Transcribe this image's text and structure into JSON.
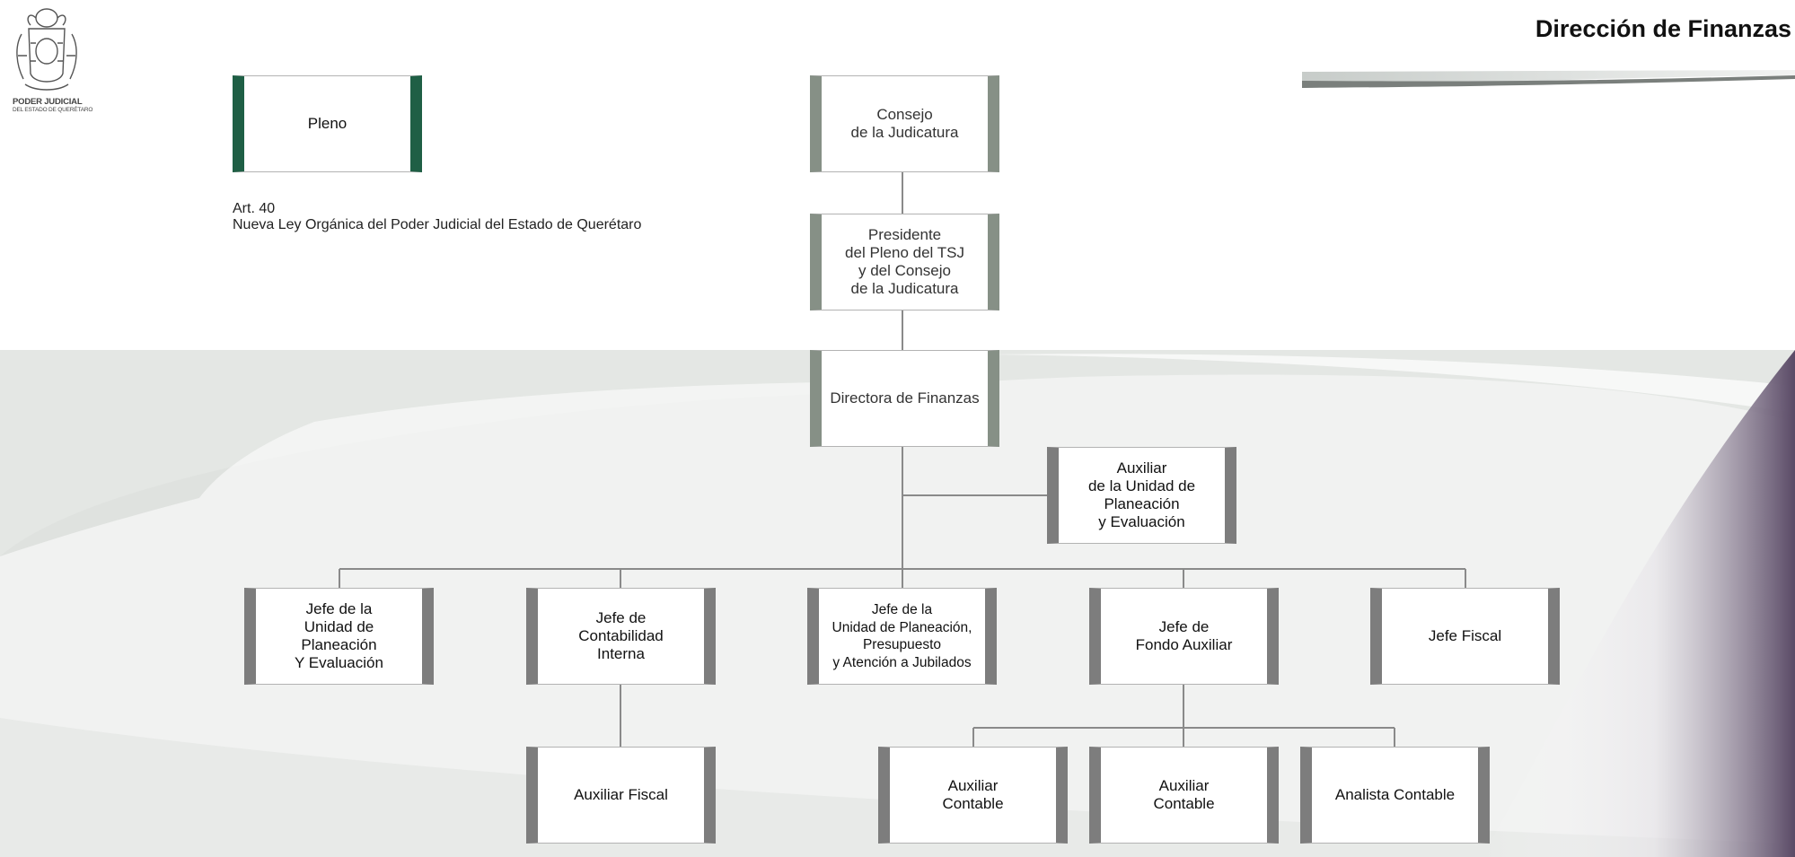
{
  "header": {
    "title": "Dirección de Finanzas",
    "logo_line1": "PODER JUDICIAL",
    "logo_line2": "DEL ESTADO DE QUERÉTARO"
  },
  "reference": {
    "article": "Art. 40",
    "law": "Nueva Ley Orgánica del Poder Judicial del Estado de Querétaro"
  },
  "org": {
    "pleno": "Pleno",
    "consejo": "Consejo\nde la Judicatura",
    "presidente": "Presidente\ndel Pleno del TSJ\ny del Consejo\nde la Judicatura",
    "directora": "Directora de Finanzas",
    "auxiliar_planeacion": "Auxiliar\nde la Unidad de\nPlaneación\ny Evaluación",
    "jefe_unidad_planeacion": "Jefe de la\nUnidad de\nPlaneación\nY Evaluación",
    "jefe_contabilidad": "Jefe de\nContabilidad\nInterna",
    "jefe_presupuesto": "Jefe de la\nUnidad de Planeación,\nPresupuesto\ny Atención a Jubilados",
    "jefe_fondo": "Jefe de\nFondo Auxiliar",
    "jefe_fiscal": "Jefe Fiscal",
    "auxiliar_fiscal": "Auxiliar Fiscal",
    "auxiliar_contable_1": "Auxiliar\nContable",
    "auxiliar_contable_2": "Auxiliar\nContable",
    "analista_contable": "Analista Contable"
  },
  "colors": {
    "accent_green": "#1f5f45",
    "box_side_grey": "#7d7d7d",
    "connector": "#8a8a8a"
  }
}
